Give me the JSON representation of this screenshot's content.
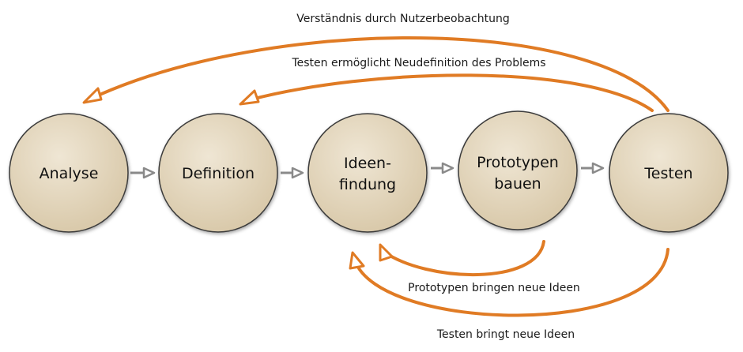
{
  "diagram": {
    "stages": [
      {
        "id": "analyse",
        "lines": [
          "Analyse"
        ]
      },
      {
        "id": "definition",
        "lines": [
          "Definition"
        ]
      },
      {
        "id": "ideenfindung",
        "lines": [
          "Ideen-",
          "findung"
        ]
      },
      {
        "id": "prototypen-bauen",
        "lines": [
          "Prototypen",
          "bauen"
        ]
      },
      {
        "id": "testen",
        "lines": [
          "Testen"
        ]
      }
    ],
    "feedback_labels": {
      "verstaendnis": "Verständnis durch Nutzerbeobachtung",
      "neudefinition": "Testen ermöglicht Neudefinition des Problems",
      "prototypen_ideen": "Prototypen bringen neue Ideen",
      "testen_ideen": "Testen bringt neue Ideen"
    },
    "colors": {
      "node_fill": "#e3d6bd",
      "node_stroke": "#3a3a3a",
      "feedback_arrow": "#e07b24",
      "flow_arrow": "#8a8a8a"
    }
  }
}
